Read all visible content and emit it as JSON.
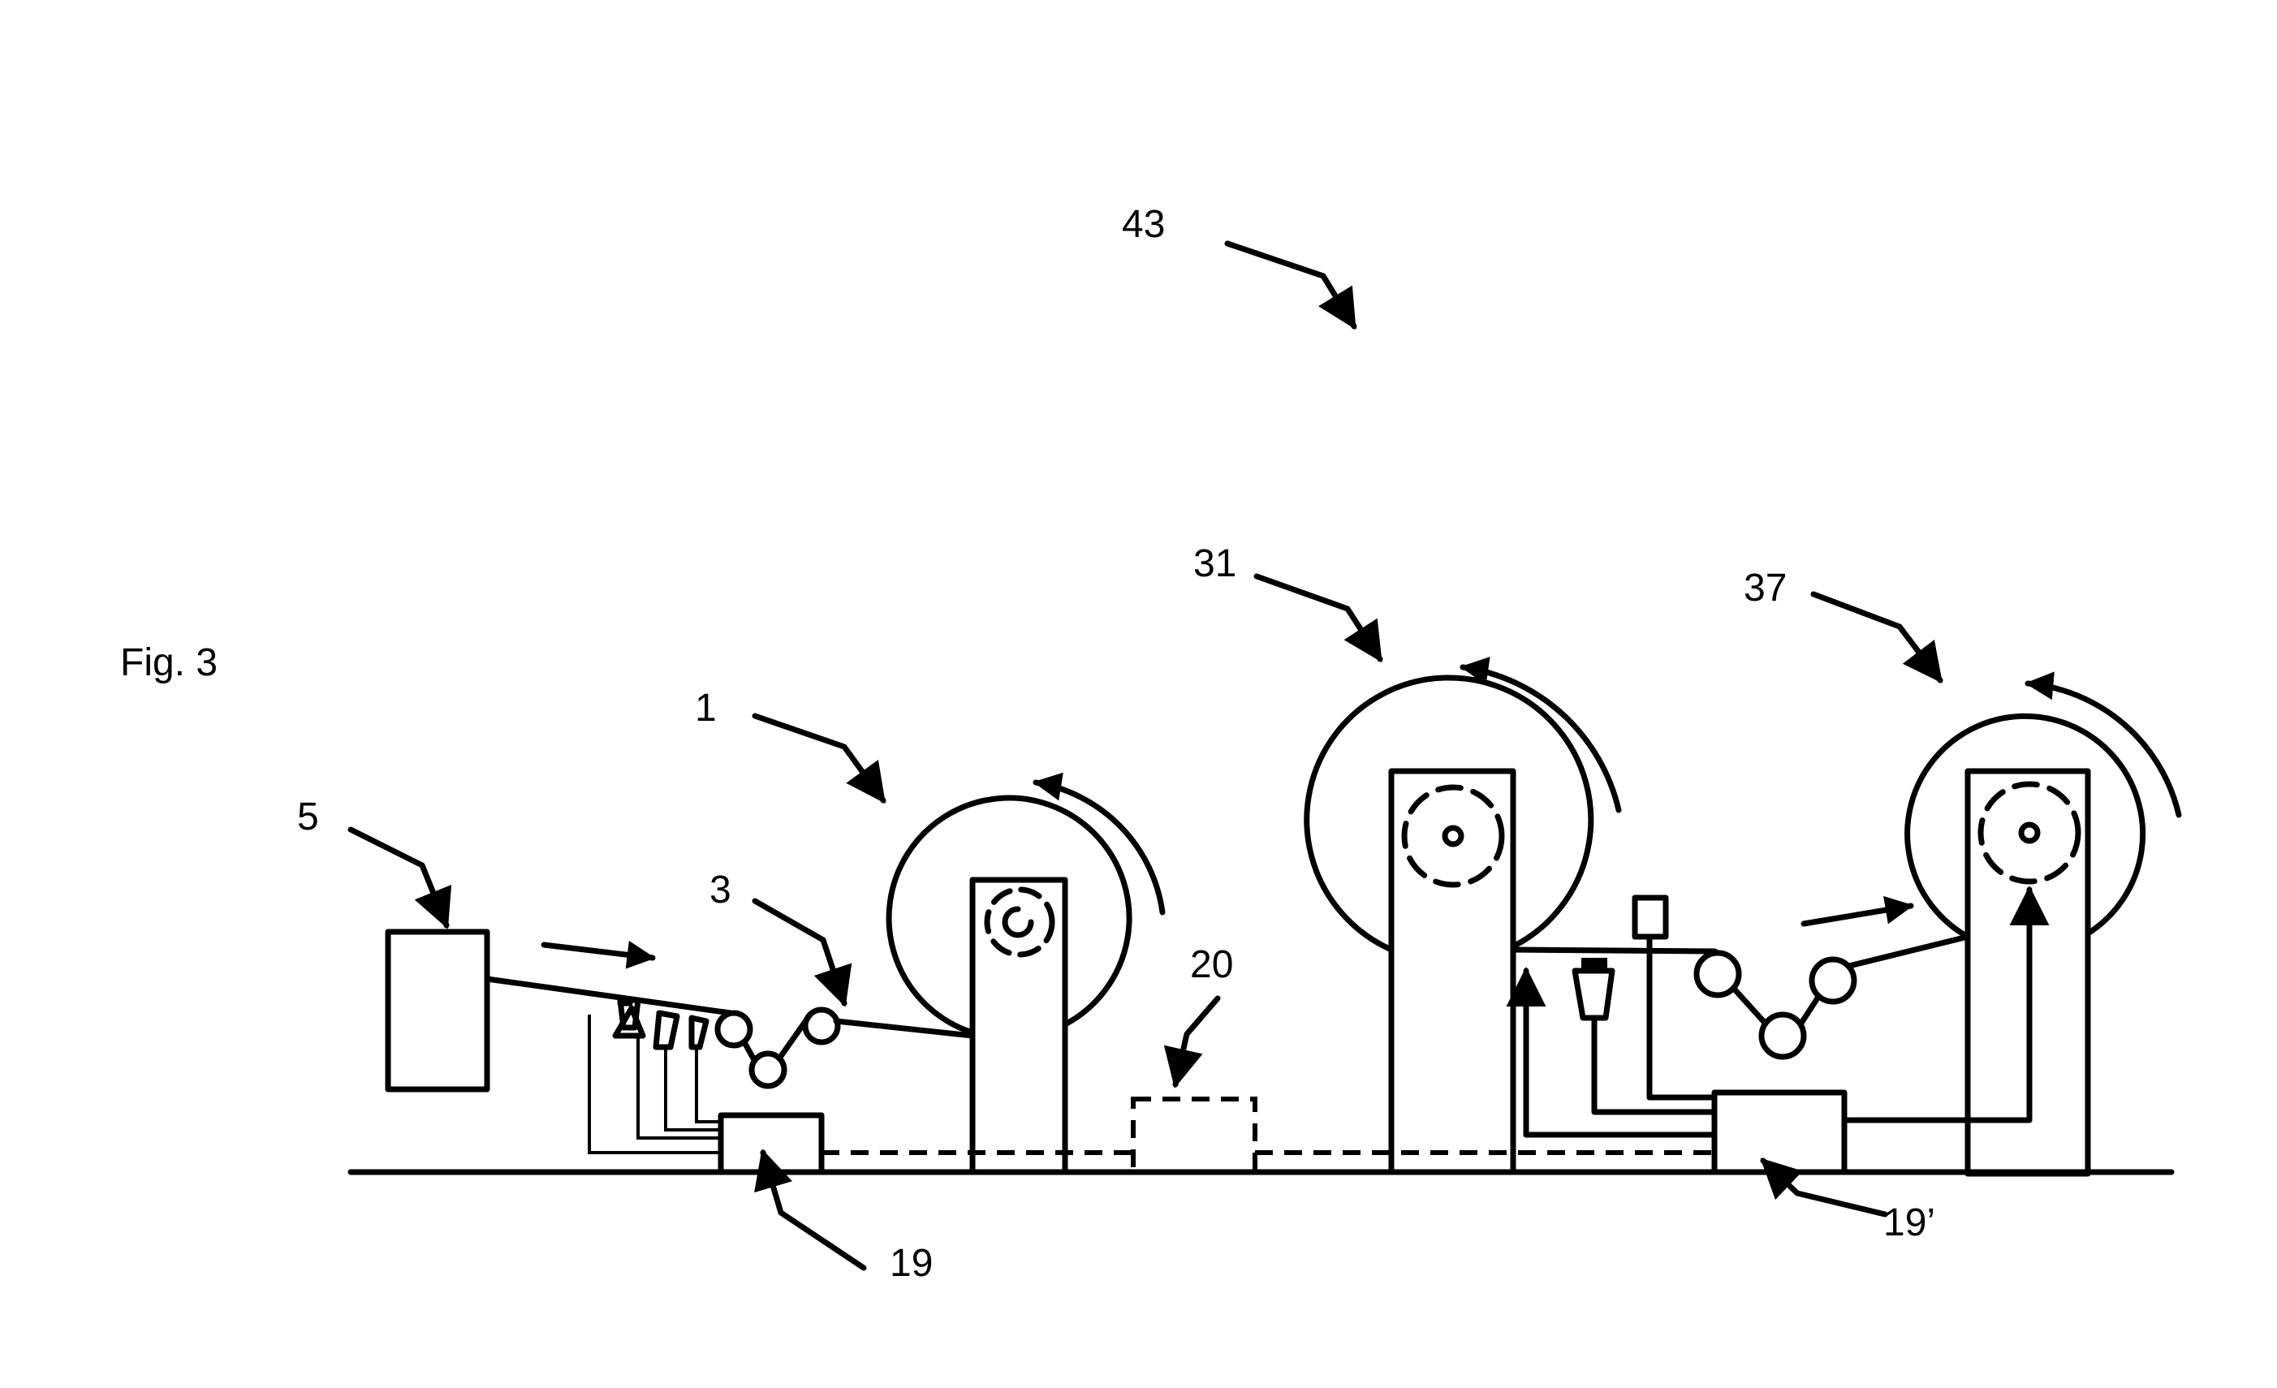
{
  "figure_label": "Fig. 3",
  "labels": {
    "l43": "43",
    "l31": "31",
    "l37": "37",
    "l1": "1",
    "l5": "5",
    "l3": "3",
    "l20": "20",
    "l19": "19",
    "l19p": "19’"
  }
}
